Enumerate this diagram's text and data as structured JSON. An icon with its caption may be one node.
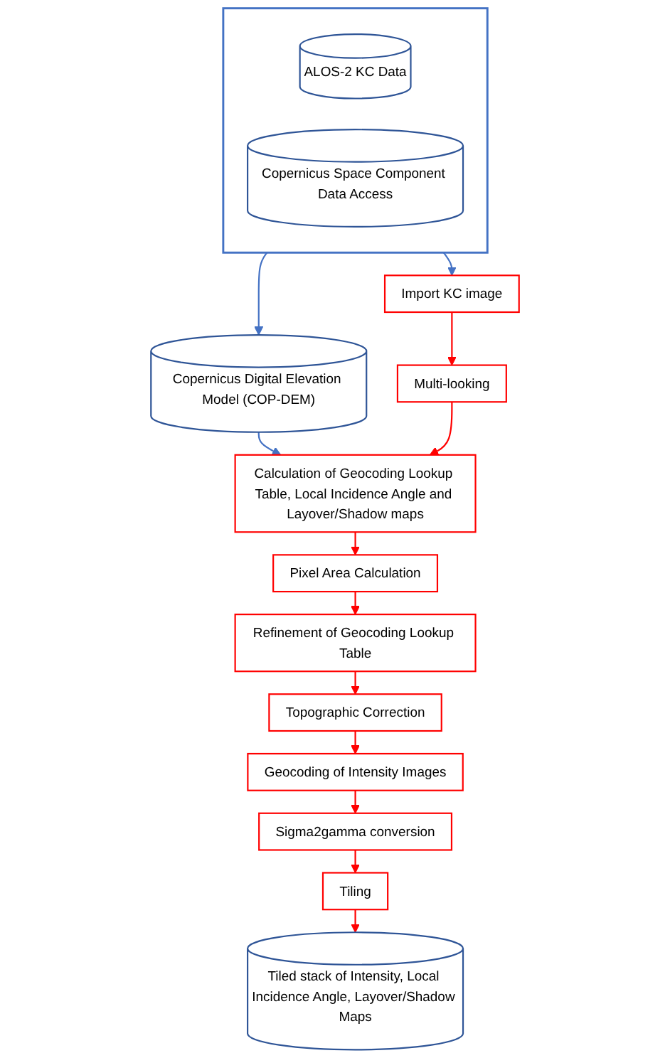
{
  "diagram": {
    "nodes": [
      {
        "text": [],
        "shape": "box"
      },
      {
        "text": [
          "ALOS-2 KC Data"
        ],
        "in": 0
      },
      {
        "text": [
          "Copernicus Space Component Data Access"
        ],
        "in": 0
      },
      {
        "text": [
          "Import KC image"
        ]
      },
      {
        "text": [
          "Multi-looking"
        ]
      },
      {
        "text": [
          "Calculation of Geocoding Lookup Table, Local Incidence Angle and Layover/Shadow maps"
        ]
      },
      {
        "text": [
          "Copernicus Digital Elevation Model (COP-DEM)"
        ]
      },
      {
        "text": [
          "Pixel Area Calculation"
        ]
      },
      {
        "text": [
          "Refinement of Geocoding Lookup Table"
        ]
      },
      {
        "text": [
          "Topographic Correction"
        ]
      },
      {
        "text": [
          "Geocoding of Intensity Images"
        ]
      },
      {
        "text": [
          "Sigma2gamma conversion"
        ]
      },
      {
        "text": [
          "Tiling"
        ]
      },
      {
        "text": [
          "Tiled stack of Intensity, Local Incidence Angle, Layover/Shadow Maps"
        ]
      }
    ],
    "edges": [
      {
        "from": 0,
        "to": 3,
        "arrow": "to",
        "color": "#4472c4"
      },
      {
        "from": 0,
        "to": 6,
        "arrow": "to",
        "color": "#4472c4"
      },
      {
        "from": 6,
        "to": 5,
        "arrow": "to",
        "color": "#4472c4"
      },
      {
        "from": 3,
        "to": 4,
        "arrow": "to"
      },
      {
        "from": 4,
        "to": 5,
        "arrow": "to"
      },
      {
        "from": 5,
        "to": 7,
        "arrow": "to"
      },
      {
        "from": 7,
        "to": 8,
        "arrow": "to"
      },
      {
        "from": 8,
        "to": 9,
        "arrow": "to"
      },
      {
        "from": 9,
        "to": 10,
        "arrow": "to"
      },
      {
        "from": 10,
        "to": 11,
        "arrow": "to"
      },
      {
        "from": 11,
        "to": 12,
        "arrow": "to"
      },
      {
        "from": 12,
        "to": 13,
        "arrow": "to"
      }
    ]
  }
}
